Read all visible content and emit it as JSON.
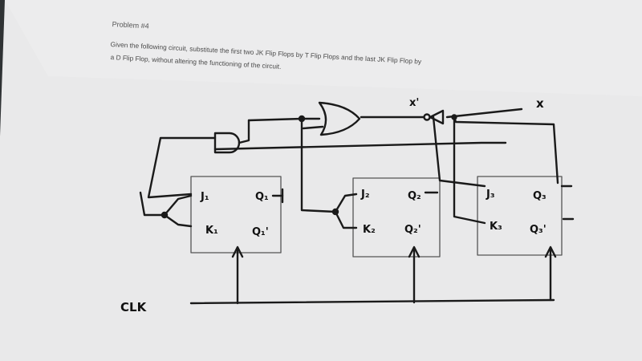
{
  "problem": {
    "title": "Problem #4",
    "line1": "Given the following circuit, substitute the first two JK Flip Flops by T Flip Flops and the last JK Flip Flop by",
    "line2": "a D Flip Flop, without altering the functioning of the circuit."
  },
  "diagram": {
    "input_label": "x",
    "inverted_label": "x'",
    "clock_label": "CLK",
    "flip_flops": [
      {
        "j": "J₁",
        "k": "K₁",
        "q": "Q₁",
        "q_bar": "Q₁'"
      },
      {
        "j": "J₂",
        "k": "K₂",
        "q": "Q₂",
        "q_bar": "Q₂'"
      },
      {
        "j": "J₃",
        "k": "K₃",
        "q": "Q₃",
        "q_bar": "Q₃'"
      }
    ]
  }
}
